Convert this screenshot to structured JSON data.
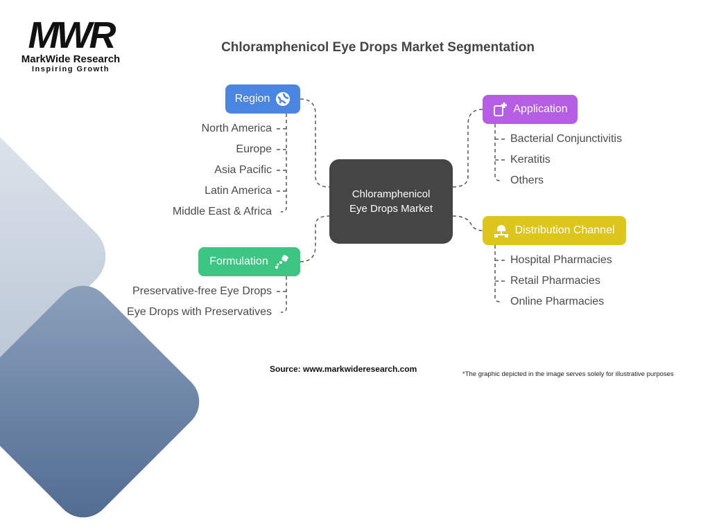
{
  "logo": {
    "mark": "MWR",
    "name": "MarkWide Research",
    "tagline": "Inspiring Growth"
  },
  "title": "Chloramphenicol Eye Drops Market Segmentation",
  "center": {
    "line1": "Chloramphenicol",
    "line2": "Eye Drops Market"
  },
  "categories": {
    "region": {
      "label": "Region",
      "icon": "globe-icon",
      "color": "#4a86e0",
      "items": [
        "North America",
        "Europe",
        "Asia Pacific",
        "Latin America",
        "Middle East & Africa"
      ]
    },
    "formulation": {
      "label": "Formulation",
      "icon": "eye-dropper-icon",
      "color": "#3cc583",
      "items": [
        "Preservative-free Eye Drops",
        "Eye Drops with Preservatives"
      ]
    },
    "application": {
      "label": "Application",
      "icon": "medical-device-icon",
      "color": "#b65de6",
      "items": [
        "Bacterial Conjunctivitis",
        "Keratitis",
        "Others"
      ]
    },
    "distribution": {
      "label": "Distribution Channel",
      "icon": "network-icon",
      "color": "#dcc61c",
      "items": [
        "Hospital Pharmacies",
        "Retail Pharmacies",
        "Online Pharmacies"
      ]
    }
  },
  "source": "Source: www.markwideresearch.com",
  "disclaimer": "*The graphic depicted in the image serves solely for illustrative purposes"
}
